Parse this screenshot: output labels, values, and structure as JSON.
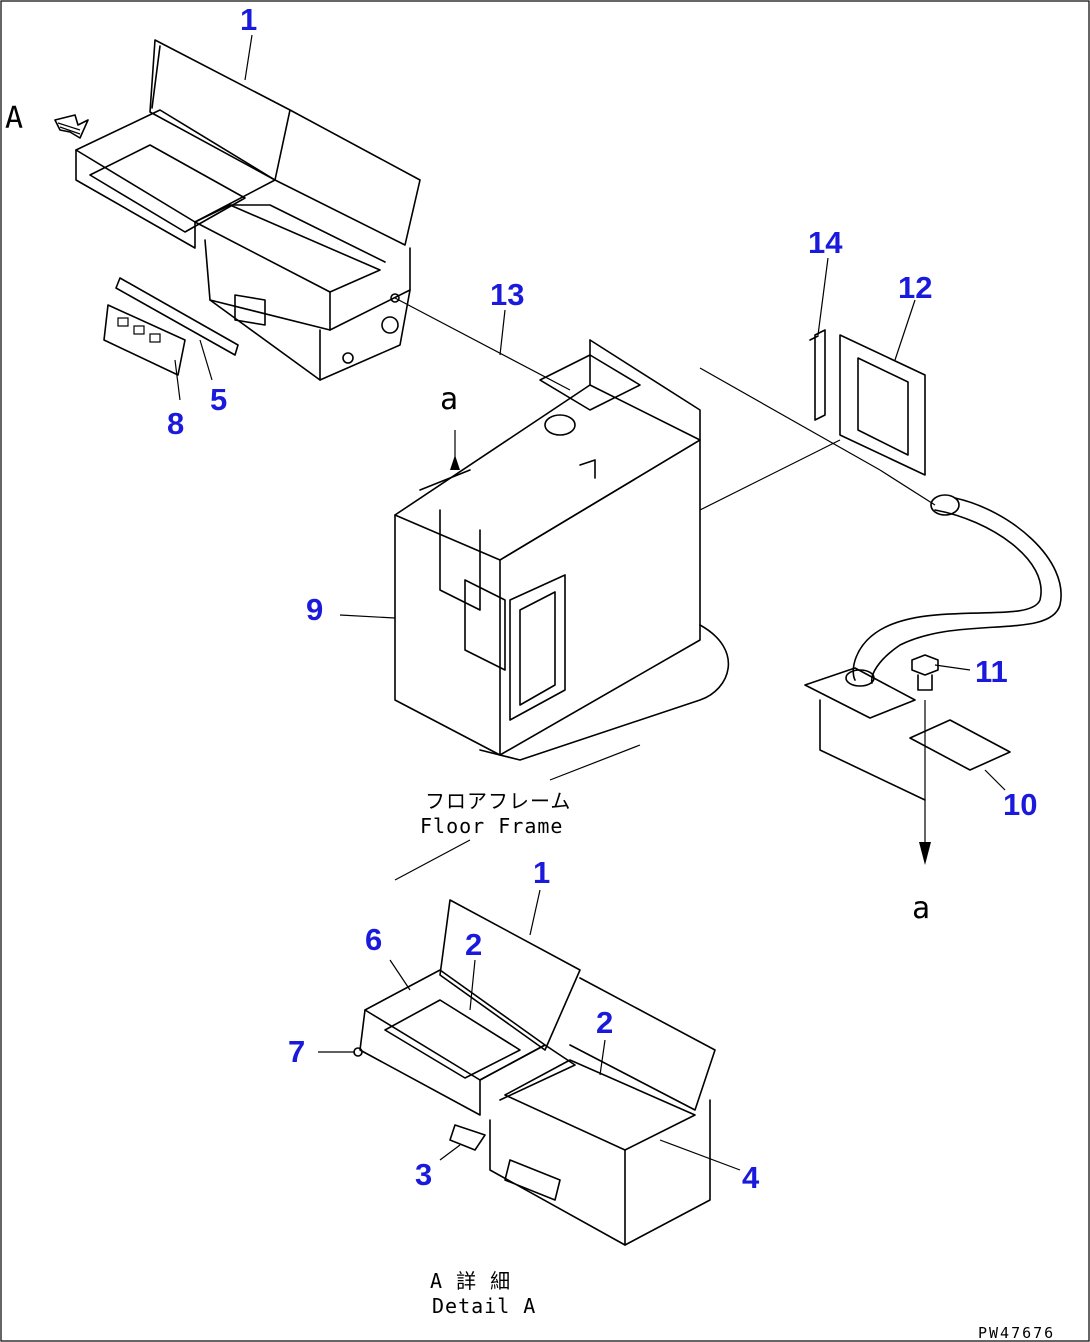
{
  "view_label": "A",
  "floor_frame_jp": "フロアフレーム",
  "floor_frame_en": "Floor Frame",
  "detail_jp": "A 詳 細",
  "detail_en": "Detail A",
  "connector_label": "a",
  "drawing_code": "PW47676",
  "callouts": {
    "c1_top": "1",
    "c13": "13",
    "c14": "14",
    "c12": "12",
    "c5": "5",
    "c8": "8",
    "c9": "9",
    "c11": "11",
    "c10": "10",
    "c1_bottom": "1",
    "c6": "6",
    "c2_left": "2",
    "c2_right": "2",
    "c7": "7",
    "c3": "3",
    "c4": "4"
  }
}
